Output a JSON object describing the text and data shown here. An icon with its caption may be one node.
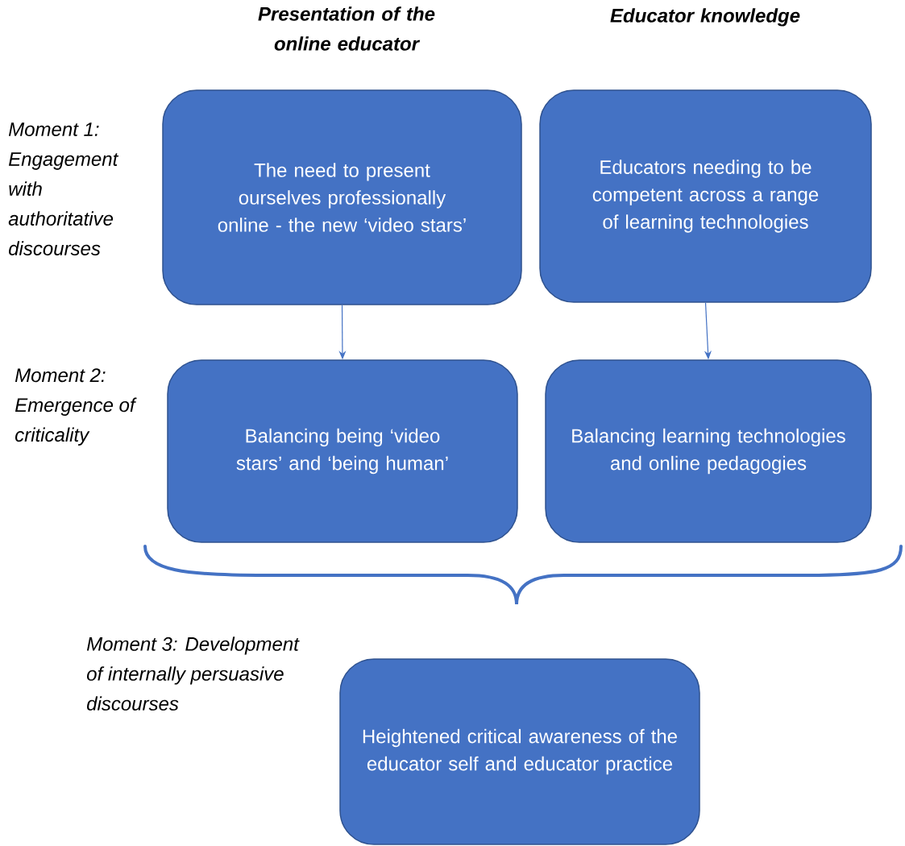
{
  "diagram": {
    "nodes": [
      {
        "text": [
          "The need to present ourselves professionally online - the new ‘video stars’"
        ]
      },
      {
        "text": [
          "Educators needing to be competent across a range of learning technologies"
        ]
      },
      {
        "text": [
          "Balancing being ‘video stars’ and ‘being human’"
        ]
      },
      {
        "text": [
          "Balancing learning technologies and online pedagogies"
        ]
      },
      {
        "text": [
          "Heightened critical awareness of the educator self and educator practice"
        ]
      }
    ],
    "edges": [
      {
        "from": 0,
        "to": 2,
        "arrow": "to"
      },
      {
        "from": 1,
        "to": 3,
        "arrow": "to"
      }
    ],
    "labels": [
      "Presentation of the online educator",
      "Educator knowledge",
      "Moment 1: Engagement with authoritative discourses",
      "Moment 2: Emergence of criticality",
      "Moment 3: Development of internally persuasive discourses"
    ]
  }
}
